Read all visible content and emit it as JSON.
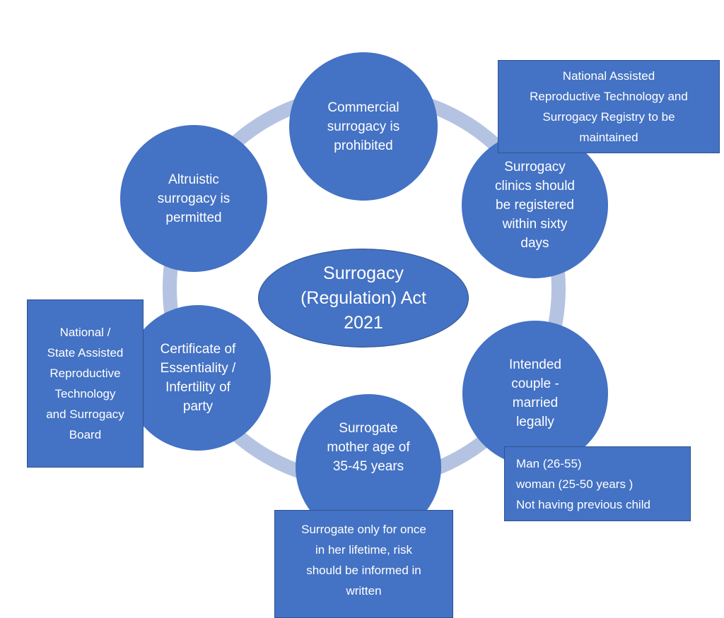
{
  "center": {
    "label": "Surrogacy\n(Regulation) Act\n2021"
  },
  "nodes": {
    "commercial": "Commercial\nsurrogacy is\nprohibited",
    "clinics": "Surrogacy\nclinics should\nbe registered\nwithin sixty\ndays",
    "intended_couple": "Intended\ncouple -\nmarried\nlegally",
    "surrogate_age": "Surrogate\nmother age of\n35-45 years",
    "certificate": "Certificate of\nEssentiality /\nInfertility of\nparty",
    "altruistic": "Altruistic\nsurrogacy is\npermitted"
  },
  "boxes": {
    "registry": "National Assisted\nReproductive Technology and\nSurrogacy Registry to be\nmaintained",
    "board": "National /\nState Assisted\nReproductive\nTechnology\nand Surrogacy\nBoard",
    "age_limits": "Man (26-55)\nwoman (25-50 years )\nNot having previous child",
    "once": "Surrogate only for once\nin her lifetime, risk\nshould be informed in\nwritten"
  },
  "colors": {
    "node_fill": "#4472C4",
    "node_border": "#2F528F",
    "ring": "#B4C3E1"
  }
}
